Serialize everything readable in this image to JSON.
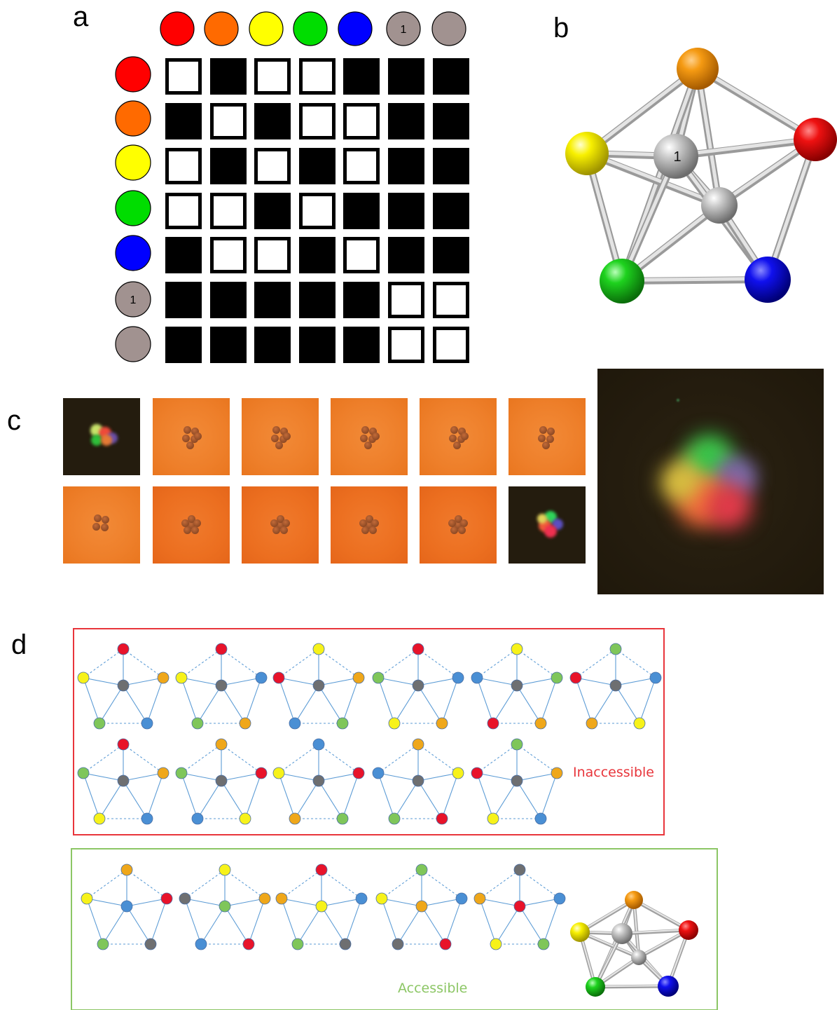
{
  "panels": {
    "a": "a",
    "b": "b",
    "c": "c",
    "d": "d"
  },
  "colors": {
    "red": "#ff0000",
    "orange": "#ff6a00",
    "yellow": "#ffff00",
    "green": "#00dd00",
    "blue": "#0000ff",
    "gray": "#a19290",
    "pentagon_red": "#e8132a",
    "pentagon_orange": "#efa71a",
    "pentagon_yellow": "#f7f21a",
    "pentagon_green": "#7fc65a",
    "pentagon_blue": "#4a8fd4",
    "pentagon_gray": "#6e6f71",
    "inaccessible_border": "#e8353b",
    "accessible_border": "#8cc665"
  },
  "matrix": {
    "column_labels": [
      "red",
      "orange",
      "yellow",
      "green",
      "blue",
      "gray",
      "gray"
    ],
    "row_labels": [
      "red",
      "orange",
      "yellow",
      "green",
      "blue",
      "gray",
      "gray"
    ],
    "node_number": "1",
    "numbered_index": 5,
    "cells": [
      [
        0,
        1,
        0,
        0,
        1,
        1,
        1
      ],
      [
        1,
        0,
        1,
        0,
        0,
        1,
        1
      ],
      [
        0,
        1,
        0,
        1,
        0,
        1,
        1
      ],
      [
        0,
        0,
        1,
        0,
        1,
        1,
        1
      ],
      [
        1,
        0,
        0,
        1,
        0,
        1,
        1
      ],
      [
        1,
        1,
        1,
        1,
        1,
        0,
        0
      ],
      [
        1,
        1,
        1,
        1,
        1,
        0,
        0
      ]
    ]
  },
  "cluster_model": {
    "node_number": "1",
    "nodes": [
      "orange",
      "red",
      "yellow",
      "gray",
      "gray",
      "green",
      "blue"
    ]
  },
  "inaccessible": {
    "label": "Inaccessible",
    "row1": [
      [
        "red",
        "yellow",
        "orange",
        "green",
        "blue"
      ],
      [
        "red",
        "yellow",
        "blue",
        "green",
        "orange"
      ],
      [
        "yellow",
        "red",
        "orange",
        "blue",
        "green"
      ],
      [
        "red",
        "green",
        "blue",
        "yellow",
        "orange"
      ],
      [
        "yellow",
        "blue",
        "green",
        "red",
        "orange"
      ],
      [
        "green",
        "red",
        "blue",
        "orange",
        "yellow"
      ]
    ],
    "row2": [
      [
        "red",
        "green",
        "orange",
        "yellow",
        "blue"
      ],
      [
        "orange",
        "green",
        "red",
        "blue",
        "yellow"
      ],
      [
        "blue",
        "yellow",
        "red",
        "orange",
        "green"
      ],
      [
        "orange",
        "blue",
        "yellow",
        "green",
        "red"
      ],
      [
        "green",
        "red",
        "orange",
        "yellow",
        "blue"
      ]
    ]
  },
  "accessible": {
    "label": "Accessible",
    "pentagons": [
      {
        "outer": [
          "orange",
          "yellow",
          "red",
          "green",
          "gray"
        ],
        "center": "blue"
      },
      {
        "outer": [
          "yellow",
          "gray",
          "orange",
          "blue",
          "red"
        ],
        "center": "green"
      },
      {
        "outer": [
          "red",
          "orange",
          "blue",
          "green",
          "gray"
        ],
        "center": "yellow"
      },
      {
        "outer": [
          "green",
          "yellow",
          "blue",
          "gray",
          "red"
        ],
        "center": "orange"
      },
      {
        "outer": [
          "gray",
          "orange",
          "blue",
          "yellow",
          "green"
        ],
        "center": "red"
      }
    ]
  }
}
